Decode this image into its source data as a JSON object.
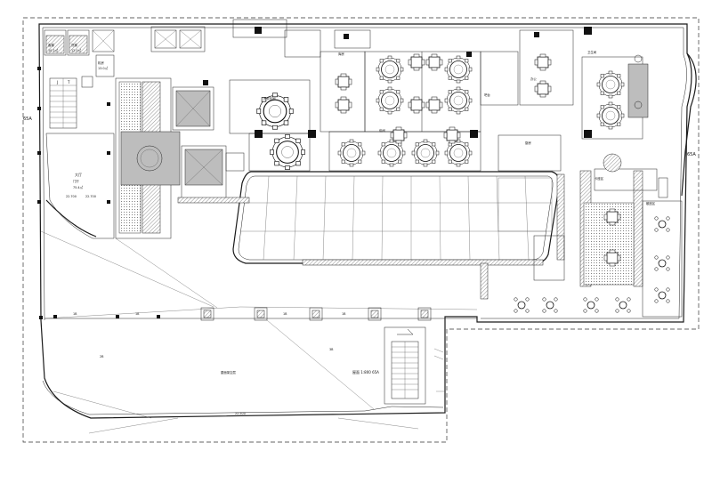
{
  "labels": {
    "elevator_a": "客梯",
    "elevator_b": "货梯",
    "area_a": "10.2㎡",
    "area_b": "12.0㎡",
    "stair_j": "J",
    "stair_t": "T",
    "mech_room": "机房",
    "mech_area": "13.0㎡",
    "hall": "大厅",
    "hall_area": "75.4㎡",
    "left_tag": "65A",
    "elev_1": "22.700",
    "elev_2": "22.700",
    "hall_sub": "门厅",
    "kitchen": "厨房",
    "dining": "包间",
    "vip_room": "贵宾包间",
    "bar": "吧台",
    "office": "办公",
    "wash": "卫生间",
    "storage": "库房",
    "terrace_note": "屋面架空层",
    "lower_tag": "屋面 1:800 65A",
    "bottom_elev": "22.500",
    "ref_1": "1B",
    "ref_2": "1B",
    "ref_3": "1B",
    "ref_4": "1B",
    "ref_5": "2B",
    "ref_6": "3B",
    "note_a": "卡座区",
    "note_b": "散座区",
    "right_tag": "65A"
  }
}
